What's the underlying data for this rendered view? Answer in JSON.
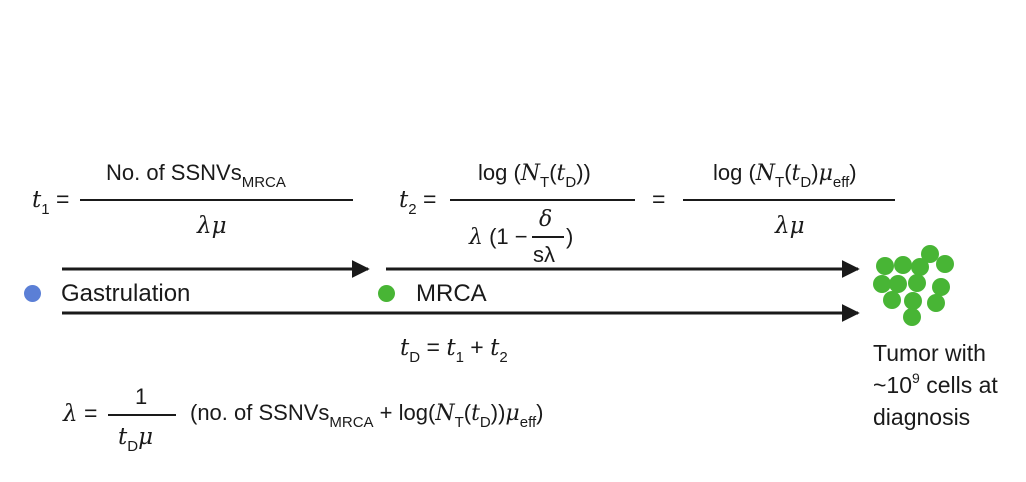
{
  "colors": {
    "gastrulation_dot": "#5b7fd6",
    "mrca_dot": "#48b535",
    "tumor": "#48b535",
    "ink": "#1a1a1a"
  },
  "eq_t1": {
    "lhs": "t",
    "lhs_sub": "1",
    "equals": "=",
    "num_text": "No. of SSNVs",
    "num_sub": "MRCA",
    "den": "λμ"
  },
  "eq_t2": {
    "lhs": "t",
    "lhs_sub": "2",
    "equals": "=",
    "num_log": "log (",
    "num_N": "N",
    "num_N_sub": "T",
    "num_open": "(",
    "num_t": "t",
    "num_t_sub": "D",
    "num_close": "))",
    "den_lambda": "λ",
    "den_paren_open": "(1 −",
    "den_delta": "δ",
    "den_slambda": "sλ",
    "den_paren_close": ")",
    "mid_equals": "=",
    "num2_log": "log (",
    "num2_N": "N",
    "num2_N_sub": "T",
    "num2_open": "(",
    "num2_t": "t",
    "num2_t_sub": "D",
    "num2_close": ")",
    "num2_mu": "μ",
    "num2_mu_sub": "eff",
    "num2_end": ")",
    "den2": "λμ"
  },
  "timeline": {
    "gastrulation_label": "Gastrulation",
    "mrca_label": "MRCA",
    "td_eq": {
      "t": "t",
      "t_sub": "D",
      "eq": "= ",
      "t1": "t",
      "t1_sub": "1",
      "plus": " + ",
      "t2": "t",
      "t2_sub": "2"
    },
    "tumor_label_line1": "Tumor with",
    "tumor_label_line2_pre": "~10",
    "tumor_label_line2_sup": "9",
    "tumor_label_line2_post": " cells at",
    "tumor_label_line3": "diagnosis"
  },
  "eq_lambda": {
    "lhs": "λ",
    "equals": "=",
    "num": "1",
    "den_t": "t",
    "den_t_sub": "D",
    "den_mu": "μ",
    "rhs_open": "(no. of SSNVs",
    "rhs_sub": "MRCA",
    "rhs_plus": " + log(",
    "rhs_N": "N",
    "rhs_N_sub": "T",
    "rhs_paren": "(",
    "rhs_t": "t",
    "rhs_t_sub": "D",
    "rhs_close": "))",
    "rhs_mu": "μ",
    "rhs_mu_sub": "eff",
    "rhs_end": ")"
  }
}
